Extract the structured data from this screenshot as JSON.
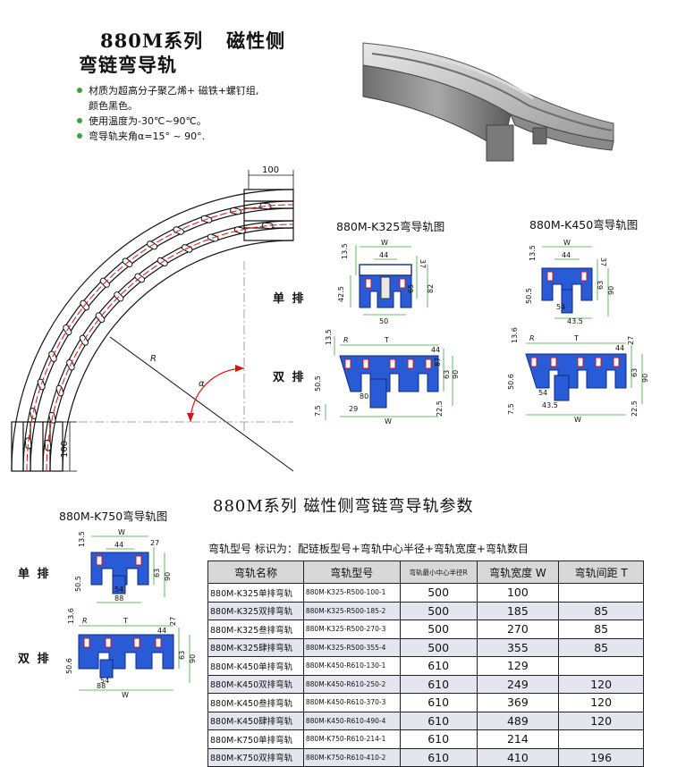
{
  "header": {
    "title_line1_a": "880M系列",
    "title_line1_b": "磁性侧",
    "title_line2": "弯链弯导轨"
  },
  "features": [
    "材质为超高分子聚乙烯+ 磁铁+螺钉组,",
    "颜色黑色。",
    "使用温度为-30℃~90℃。",
    "弯导轨夹角α=15° ~ 90°."
  ],
  "plan_view": {
    "dim_top": "100",
    "dim_bottom": "100",
    "radius_label": "R",
    "angle_label": "α"
  },
  "diagrams": {
    "k325_title": "880M-K325弯导轨图",
    "k450_title": "880M-K450弯导轨图",
    "k750_title": "880M-K750弯导轨图",
    "single_row": "单 排",
    "double_row": "双 排",
    "k325_single": {
      "w": "W",
      "d44": "44",
      "d13": "13.5",
      "d37": "37",
      "d42": "42.5",
      "d65": "65",
      "d82": "82",
      "d50": "50"
    },
    "k325_double": {
      "r": "R",
      "t": "T",
      "d13": "13.5",
      "d44": "44",
      "d87": "87",
      "d63": "63",
      "d90": "90",
      "d50": "50.5",
      "d80": "80",
      "d29": "29",
      "d75": "7.5",
      "d22": "22.5",
      "w": "W"
    },
    "k450_single": {
      "w": "W",
      "d44": "44",
      "d13": "13.5",
      "d37": "37",
      "d63": "63",
      "d90": "90",
      "d50": "50.5",
      "d54": "54",
      "d43": "43.5"
    },
    "k450_double": {
      "r": "R",
      "t": "T",
      "d13": "13.6",
      "d44": "44",
      "d27": "27",
      "d63": "63",
      "d90": "90",
      "d50": "50.6",
      "d54": "54",
      "d43": "43.5",
      "d75": "7.5",
      "d22": "22.5",
      "w": "W"
    },
    "k750_single": {
      "w": "W",
      "d44": "44",
      "d13": "13.5",
      "d27": "27",
      "d63": "63",
      "d90": "90",
      "d50": "50.5",
      "d54": "54",
      "d88": "88"
    },
    "k750_double": {
      "r": "R",
      "t": "T",
      "d13": "13.6",
      "d44": "44",
      "d27": "27",
      "d63": "63",
      "d90": "90",
      "d50": "50.6",
      "d54": "54",
      "d88": "88",
      "w": "W"
    }
  },
  "params": {
    "title": "880M系列  磁性侧弯链弯导轨参数",
    "legend": "弯轨型号  标识为：配链板型号+弯轨中心半径+弯轨宽度+弯轨数目",
    "columns": [
      "弯轨名称",
      "弯轨型号",
      "弯轨最小中心半径R",
      "弯轨宽度 W",
      "弯轨间距 T"
    ],
    "rows": [
      {
        "name": "880M-K325单排弯轨",
        "model": "880M-K325-R500-100-1",
        "r": "500",
        "w": "100",
        "t": ""
      },
      {
        "name": "880M-K325双排弯轨",
        "model": "880M-K325-R500-185-2",
        "r": "500",
        "w": "185",
        "t": "85"
      },
      {
        "name": "880M-K325叁排弯轨",
        "model": "880M-K325-R500-270-3",
        "r": "500",
        "w": "270",
        "t": "85"
      },
      {
        "name": "880M-K325肆排弯轨",
        "model": "880M-K325-R500-355-4",
        "r": "500",
        "w": "355",
        "t": "85"
      },
      {
        "name": "880M-K450单排弯轨",
        "model": "880M-K450-R610-130-1",
        "r": "610",
        "w": "129",
        "t": ""
      },
      {
        "name": "880M-K450双排弯轨",
        "model": "880M-K450-R610-250-2",
        "r": "610",
        "w": "249",
        "t": "120"
      },
      {
        "name": "880M-K450叁排弯轨",
        "model": "880M-K450-R610-370-3",
        "r": "610",
        "w": "369",
        "t": "120"
      },
      {
        "name": "880M-K450肆排弯轨",
        "model": "880M-K450-R610-490-4",
        "r": "610",
        "w": "489",
        "t": "120"
      },
      {
        "name": "880M-K750单排弯轨",
        "model": "880M-K750-R610-214-1",
        "r": "610",
        "w": "214",
        "t": ""
      },
      {
        "name": "880M-K750双排弯轨",
        "model": "880M-K750-R610-410-2",
        "r": "610",
        "w": "410",
        "t": "196"
      }
    ]
  }
}
